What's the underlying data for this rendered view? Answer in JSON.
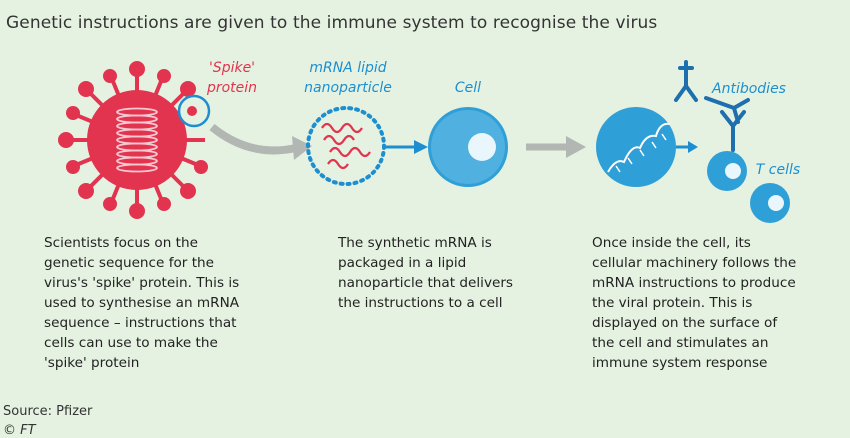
{
  "title": "Genetic instructions are given to the immune system to recognise the virus",
  "labels": {
    "spike_line1": "'Spike'",
    "spike_line2": "protein",
    "mrna_line1": "mRNA lipid",
    "mrna_line2": "nanoparticle",
    "cell": "Cell",
    "antibodies": "Antibodies",
    "tcells": "T cells"
  },
  "descriptions": {
    "step1": "Scientists focus on the\ngenetic sequence for the\nvirus's 'spike' protein. This is\nused to synthesise an mRNA\nsequence – instructions that\ncells can use to make the\n'spike' protein",
    "step2": "The synthetic mRNA is\npackaged in a lipid\nnanoparticle that delivers\nthe instructions to a cell",
    "step3": "Once inside the cell, its\ncellular machinery follows the\nmRNA instructions to produce\nthe viral protein. This is\ndisplayed on the surface of\nthe cell and stimulates an\nimmune system response"
  },
  "source": "Source: Pfizer",
  "credit": "© FT",
  "colors": {
    "background": "#e5f2e1",
    "virus_red": "#e2334f",
    "cell_blue": "#2f9fd8",
    "cell_light": "#8fd0f0",
    "arrow_grey": "#b3b7b3"
  }
}
